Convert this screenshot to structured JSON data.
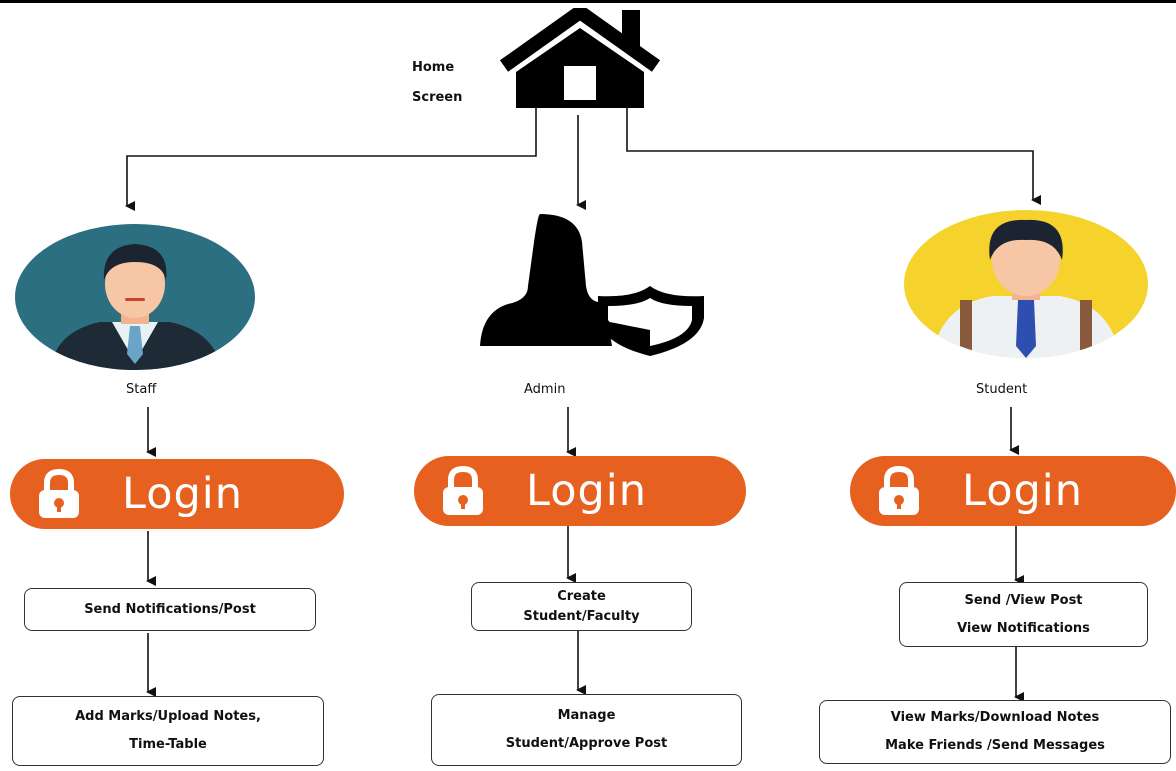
{
  "home": {
    "line1": "Home",
    "line2": "Screen"
  },
  "roles": [
    {
      "key": "staff",
      "label": "Staff",
      "login": "Login",
      "step1": [
        "Send Notifications/Post"
      ],
      "step2": [
        "Add Marks/Upload Notes,",
        "Time-Table"
      ]
    },
    {
      "key": "admin",
      "label": "Admin",
      "login": "Login",
      "step1": [
        "Create",
        "Student/Faculty"
      ],
      "step2": [
        "Manage",
        "Student/Approve Post"
      ]
    },
    {
      "key": "student",
      "label": "Student",
      "login": "Login",
      "step1": [
        "Send /View Post",
        "View Notifications"
      ],
      "step2": [
        "View Marks/Download Notes",
        "Make Friends /Send Messages"
      ]
    }
  ],
  "colors": {
    "login_bg": "#e6611f",
    "staff_circle": "#2b6f80",
    "student_circle": "#f5d22c",
    "admin_icon": "#000000"
  },
  "icons": [
    "house-icon",
    "staff-avatar-icon",
    "admin-shield-icon",
    "student-avatar-icon",
    "lock-icon"
  ]
}
